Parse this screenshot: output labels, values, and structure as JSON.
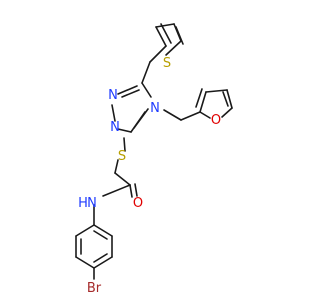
{
  "atoms": {
    "thiophene_s": {
      "label": "S",
      "color": "#b8a000"
    },
    "furan_o": {
      "label": "O",
      "color": "#e00000"
    },
    "triazole_n1": {
      "label": "N",
      "color": "#1f3cff"
    },
    "triazole_n2": {
      "label": "N",
      "color": "#1f3cff"
    },
    "triazole_n4": {
      "label": "N",
      "color": "#1f3cff"
    },
    "thioether_s": {
      "label": "S",
      "color": "#b8a000"
    },
    "carbonyl_o": {
      "label": "O",
      "color": "#e00000"
    },
    "amide_n": {
      "label": "N",
      "color": "#1f3cff"
    },
    "amide_h": {
      "label": "H",
      "color": "#1f3cff"
    },
    "bromine": {
      "label": "Br",
      "color": "#a52a2a"
    }
  }
}
